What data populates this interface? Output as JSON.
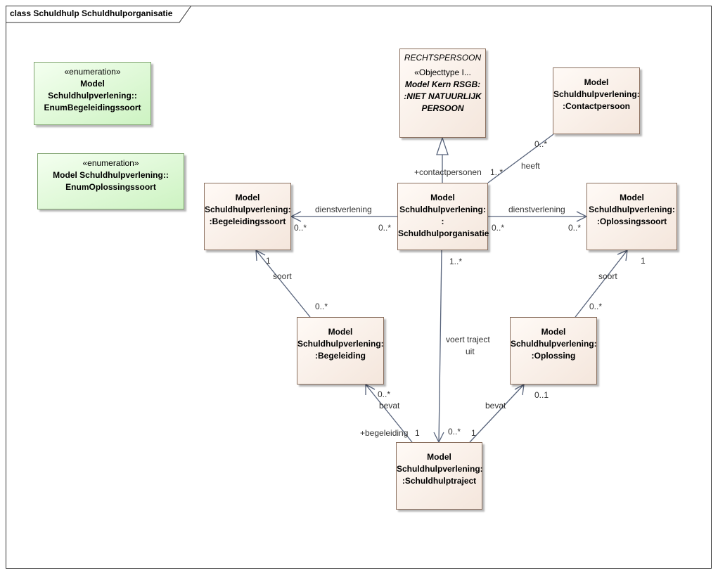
{
  "diagram": {
    "title": "class Schuldhulp Schuldhulporganisatie"
  },
  "classes": {
    "enum_begeleidingssoort": {
      "stereotype": "«enumeration»",
      "line1": "Model",
      "line2": "Schuldhulpverlening::",
      "line3": "EnumBegeleidingssoort"
    },
    "enum_oplossingssoort": {
      "stereotype": "«enumeration»",
      "line1": "Model Schuldhulpverlening::",
      "line2": "EnumOplossingssoort"
    },
    "rechtspersoon": {
      "name": "RECHTSPERSOON",
      "line1": "«Objecttype I...",
      "line2": "Model Kern RSGB:",
      "line3": ":NIET NATUURLIJK",
      "line4": "PERSOON"
    },
    "contactpersoon": {
      "line1": "Model",
      "line2": "Schuldhulpverlening:",
      "line3": ":Contactpersoon"
    },
    "begeleidingssoort": {
      "line1": "Model",
      "line2": "Schuldhulpverlening:",
      "line3": ":Begeleidingssoort"
    },
    "schuldhulporganisatie": {
      "line1": "Model",
      "line2": "Schuldhulpverlening:",
      "line3": ":",
      "line4": "Schuldhulporganisatie"
    },
    "oplossingssoort": {
      "line1": "Model",
      "line2": "Schuldhulpverlening:",
      "line3": ":Oplossingssoort"
    },
    "begeleiding": {
      "line1": "Model",
      "line2": "Schuldhulpverlening:",
      "line3": ":Begeleiding"
    },
    "oplossing": {
      "line1": "Model",
      "line2": "Schuldhulpverlening:",
      "line3": ":Oplossing"
    },
    "schuldhulptraject": {
      "line1": "Model",
      "line2": "Schuldhulpverlening:",
      "line3": ":Schuldhulptraject"
    }
  },
  "labels": {
    "contactpersonen_role": "+contactpersonen",
    "contactpersonen_mult": "1..*",
    "contact_mult": "0..*",
    "heeft": "heeft",
    "dienst_left": "dienstverlening",
    "dienst_left_mult_a": "0..*",
    "dienst_left_mult_b": "0..*",
    "dienst_right": "dienstverlening",
    "dienst_right_mult_a": "0..*",
    "dienst_right_mult_b": "0..*",
    "soort_left": "soort",
    "soort_left_mult_top": "1",
    "soort_left_mult_bottom": "0..*",
    "soort_right": "soort",
    "soort_right_mult_top": "1",
    "soort_right_mult_bottom": "0..*",
    "org_traject_mult": "1..*",
    "voert_traject": "voert traject",
    "uit": "uit",
    "traject_org_mult": "0..*",
    "bevat_left": "bevat",
    "bevat_left_mult": "0..*",
    "begeleiding_role": "+begeleiding",
    "begeleiding_role_mult": "1",
    "bevat_right": "bevat",
    "bevat_right_mult": "0..1",
    "traject_oplossing_mult": "1"
  },
  "colors": {
    "class_border": "#8a6f5e",
    "enum_fill": "#cdf3c2",
    "line": "#56627a"
  }
}
